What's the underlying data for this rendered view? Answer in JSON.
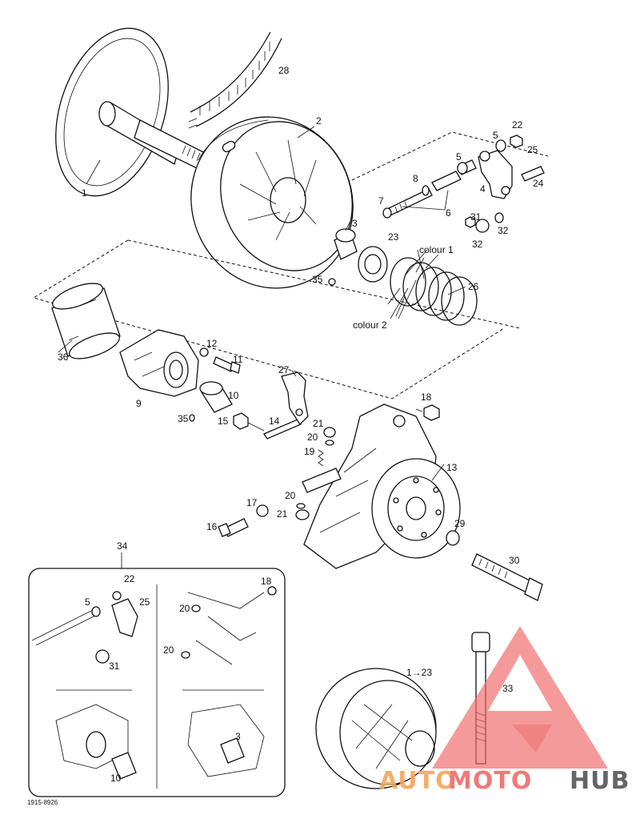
{
  "figure_code": "1915-8926",
  "labels": {
    "l1": "1",
    "l2": "2",
    "l3": "3",
    "l4": "4",
    "l5a": "5",
    "l5b": "5",
    "l6": "6",
    "l7": "7",
    "l8": "8",
    "l9": "9",
    "l10": "10",
    "l11": "11",
    "l12": "12",
    "l13": "13",
    "l14": "14",
    "l15": "15",
    "l16": "16",
    "l17": "17",
    "l18": "18",
    "l19": "19",
    "l20a": "20",
    "l20b": "20",
    "l21a": "21",
    "l21b": "21",
    "l22": "22",
    "l23": "23",
    "l24": "24",
    "l25": "25",
    "l26": "26",
    "l27": "27",
    "l28": "28",
    "l29": "29",
    "l30": "30",
    "l31": "31",
    "l32a": "32",
    "l32b": "32",
    "l33": "33",
    "l34": "34",
    "l35a": "35",
    "l35b": "35",
    "l36": "36",
    "colour1": "colour 1",
    "colour2": "colour 2"
  },
  "inset": {
    "i22": "22",
    "i5": "5",
    "i25": "25",
    "i31": "31",
    "i18": "18",
    "i20a": "20",
    "i20b": "20",
    "i3": "3",
    "i10": "10"
  },
  "bottom_ref": "1→23",
  "watermark": {
    "part1": "AUTO",
    "part2": "MOTO",
    "part3": "HUB",
    "colors": {
      "auto": "#f2a65a",
      "moto": "#ef6b6b",
      "hub": "#555555",
      "triangle": "#ef6b6b"
    }
  }
}
